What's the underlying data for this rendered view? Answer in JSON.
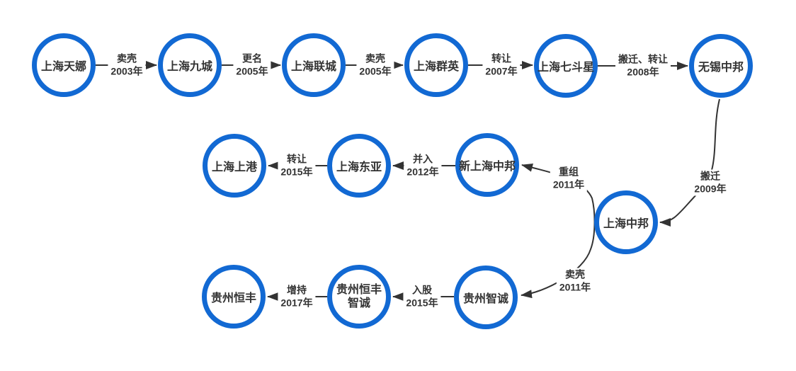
{
  "diagram": {
    "description": "Club history flowchart",
    "colors": {
      "accent": "#1269d3",
      "line": "#333333",
      "text": "#333333"
    },
    "nodes": [
      {
        "id": "shanghai-tianna",
        "label": "上海天娜"
      },
      {
        "id": "shanghai-jiucheng",
        "label": "上海九城"
      },
      {
        "id": "shanghai-liancheng",
        "label": "上海联城"
      },
      {
        "id": "shanghai-qunying",
        "label": "上海群英"
      },
      {
        "id": "shanghai-qidouxing",
        "label": "上海七斗星"
      },
      {
        "id": "wuxi-zhongbang",
        "label": "无锡中邦"
      },
      {
        "id": "shanghai-shanggang",
        "label": "上海上港"
      },
      {
        "id": "shanghai-dongya",
        "label": "上海东亚"
      },
      {
        "id": "new-shanghai-zhongbang",
        "label": "新上海中邦"
      },
      {
        "id": "shanghai-zhongbang",
        "label": "上海中邦"
      },
      {
        "id": "guizhou-hengfeng",
        "label": "贵州恒丰"
      },
      {
        "id": "guizhou-hengfeng-zhicheng",
        "label": "贵州恒丰智诚"
      },
      {
        "id": "guizhou-zhicheng",
        "label": "贵州智诚"
      }
    ],
    "edges": [
      {
        "from": "上海天娜",
        "to": "上海九城",
        "action": "卖壳",
        "year": "2003年"
      },
      {
        "from": "上海九城",
        "to": "上海联城",
        "action": "更名",
        "year": "2005年"
      },
      {
        "from": "上海联城",
        "to": "上海群英",
        "action": "卖壳",
        "year": "2005年"
      },
      {
        "from": "上海群英",
        "to": "上海七斗星",
        "action": "转让",
        "year": "2007年"
      },
      {
        "from": "上海七斗星",
        "to": "无锡中邦",
        "action": "搬迁、转让",
        "year": "2008年"
      },
      {
        "from": "无锡中邦",
        "to": "上海中邦",
        "action": "搬迁",
        "year": "2009年"
      },
      {
        "from": "上海中邦",
        "to": "新上海中邦",
        "action": "重组",
        "year": "2011年"
      },
      {
        "from": "新上海中邦",
        "to": "上海东亚",
        "action": "并入",
        "year": "2012年"
      },
      {
        "from": "上海东亚",
        "to": "上海上港",
        "action": "转让",
        "year": "2015年"
      },
      {
        "from": "上海中邦",
        "to": "贵州智诚",
        "action": "卖壳",
        "year": "2011年"
      },
      {
        "from": "贵州智诚",
        "to": "贵州恒丰智诚",
        "action": "入股",
        "year": "2015年"
      },
      {
        "from": "贵州恒丰智诚",
        "to": "贵州恒丰",
        "action": "增持",
        "year": "2017年"
      }
    ]
  }
}
